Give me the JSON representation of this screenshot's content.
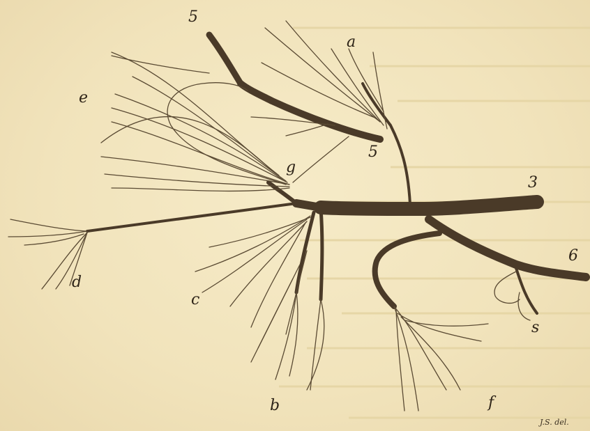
{
  "labels": {
    "n5_top": "5",
    "a": "a",
    "e": "e",
    "n5_mid": "5",
    "g": "g",
    "n3": "3",
    "n6": "6",
    "d": "d",
    "c": "c",
    "s": "s",
    "b": "b",
    "f": "f"
  },
  "signature": "J.S. del.",
  "colors": {
    "paper": "#f4e8c2",
    "ink": "#4a3a28"
  }
}
